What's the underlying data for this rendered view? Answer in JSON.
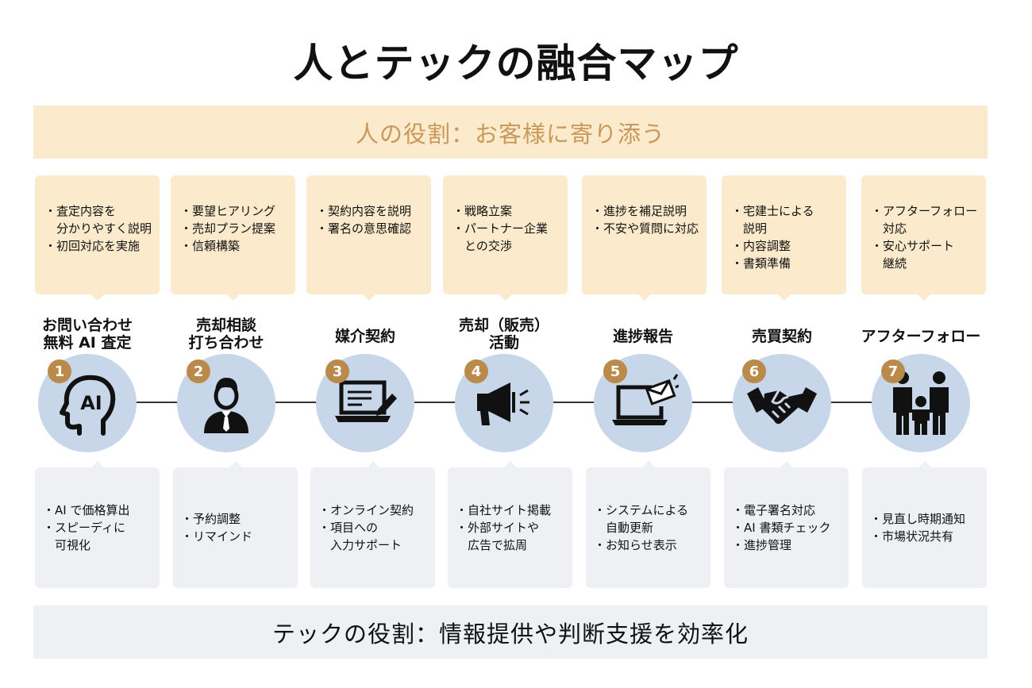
{
  "title": "人とテックの融合マップ",
  "human_role": "人の役割：お客様に寄り添う",
  "tech_role": "テックの役割：情報提供や判断支援を効率化",
  "colors": {
    "human_band": "#fbeacb",
    "human_text": "#c8995a",
    "tech_band": "#eef0f3",
    "circle": "#c8d6ea",
    "badge": "#ba8a4a"
  },
  "stages": [
    {
      "num": "1",
      "label_lines": [
        "お問い合わせ",
        "無料 AI 査定"
      ],
      "icon": "ai-head-icon",
      "human_items": [
        "・査定内容を",
        "　分かりやすく説明",
        "・初回対応を実施"
      ],
      "tech_items": [
        "・AI で価格算出",
        "・スピーディに",
        "　可視化"
      ]
    },
    {
      "num": "2",
      "label_lines": [
        "売却相談",
        "打ち合わせ"
      ],
      "icon": "person-icon",
      "human_items": [
        "・要望ヒアリング",
        "・売却プラン提案",
        "・信頼構築"
      ],
      "tech_items": [
        "・予約調整",
        "・リマインド"
      ]
    },
    {
      "num": "3",
      "label_lines": [
        "媒介契約"
      ],
      "icon": "laptop-pen-icon",
      "human_items": [
        "・契約内容を説明",
        "・署名の意思確認"
      ],
      "tech_items": [
        "・オンライン契約",
        "・項目への",
        "　入力サポート"
      ]
    },
    {
      "num": "4",
      "label_lines": [
        "売却（販売）",
        "活動"
      ],
      "icon": "megaphone-icon",
      "human_items": [
        "・戦略立案",
        "・パートナー企業",
        "　との交渉"
      ],
      "tech_items": [
        "・自社サイト掲載",
        "・外部サイトや",
        "　広告で拡周"
      ]
    },
    {
      "num": "5",
      "label_lines": [
        "進捗報告"
      ],
      "icon": "laptop-mail-icon",
      "human_items": [
        "・進捗を補足説明",
        "・不安や質問に対応"
      ],
      "tech_items": [
        "・システムによる",
        "　自動更新",
        "・お知らせ表示"
      ]
    },
    {
      "num": "6",
      "label_lines": [
        "売買契約"
      ],
      "icon": "handshake-icon",
      "human_items": [
        "・宅建士による",
        "　説明",
        "・内容調整",
        "・書類準備"
      ],
      "tech_items": [
        "・電子署名対応",
        "・AI 書類チェック",
        "・進捗管理"
      ]
    },
    {
      "num": "7",
      "label_lines": [
        "アフターフォロー"
      ],
      "icon": "family-icon",
      "human_items": [
        "・アフターフォロー",
        "　対応",
        "・安心サポート",
        "　継続"
      ],
      "tech_items": [
        "・見直し時期通知",
        "・市場状況共有"
      ]
    }
  ]
}
